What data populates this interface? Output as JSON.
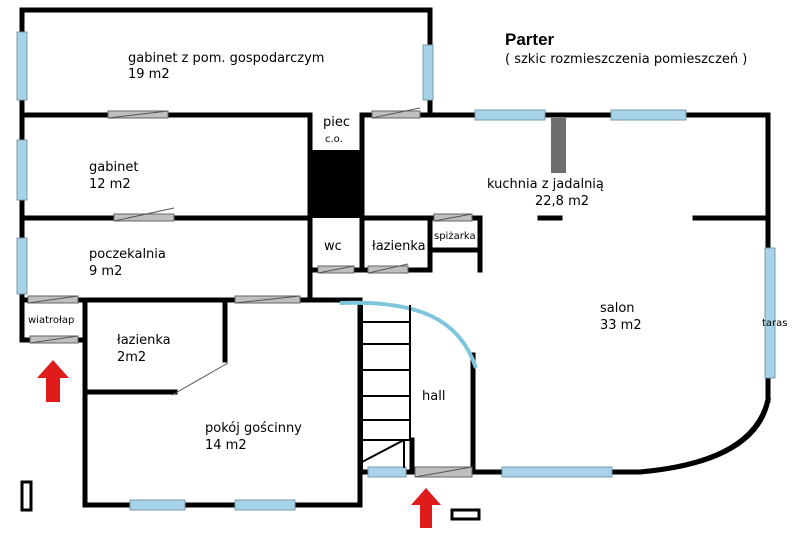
{
  "title": "Parter",
  "subtitle": "( szkic rozmieszczenia pomieszczeń )",
  "rooms": {
    "gabinet_gosp": {
      "name": "gabinet z pom. gospodarczym",
      "area": "19 m2"
    },
    "gabinet": {
      "name": "gabinet",
      "area": "12 m2"
    },
    "poczekalnia": {
      "name": "poczekalnia",
      "area": "9 m2"
    },
    "wiatrolap": {
      "name": "wiatrołap"
    },
    "lazienka_small": {
      "name": "łazienka",
      "area": "2m2"
    },
    "pokoj": {
      "name": "pokój gościnny",
      "area": "14 m2"
    },
    "piec_line1": "piec",
    "piec_line2": "c.o.",
    "wc": {
      "name": "wc"
    },
    "lazienka": {
      "name": "łazienka"
    },
    "spizarka": {
      "name": "spiżarka"
    },
    "kuchnia": {
      "name": "kuchnia z jadalnią",
      "area": "22,8 m2"
    },
    "salon": {
      "name": "salon",
      "area": "33 m2"
    },
    "hall": {
      "name": "hall"
    },
    "taras": {
      "name": "taras"
    }
  },
  "colors": {
    "wall": "#000000",
    "window": "#a6d3e8",
    "door": "#bfbfbf",
    "arrow": "#e01b1b",
    "arc": "#7fc6dd"
  },
  "icons": [
    "entrance-arrow-icon",
    "stairs-icon",
    "chimney-icon"
  ]
}
